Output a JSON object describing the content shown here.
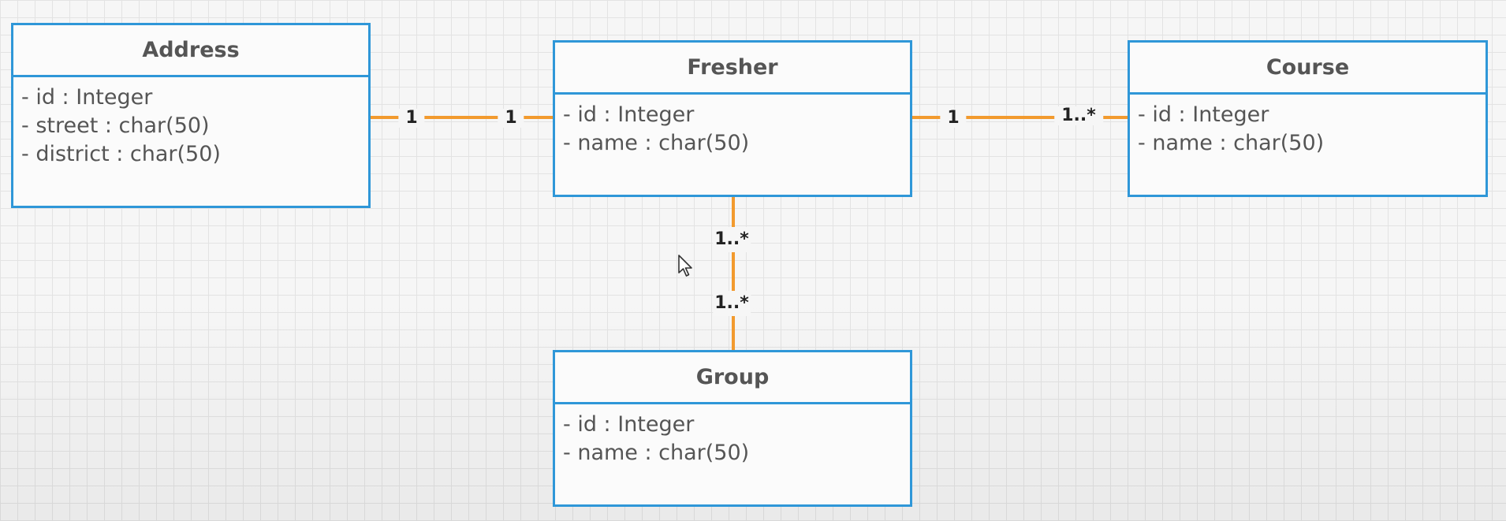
{
  "colors": {
    "class_border": "#2f97d8",
    "connector": "#f29a2e",
    "text": "#555555",
    "multiplicity_text": "#222222"
  },
  "classes": [
    {
      "name": "Address",
      "attributes": [
        "- id : Integer",
        "- street : char(50)",
        "- district : char(50)"
      ]
    },
    {
      "name": "Fresher",
      "attributes": [
        "- id : Integer",
        "- name : char(50)"
      ]
    },
    {
      "name": "Course",
      "attributes": [
        "- id : Integer",
        "- name : char(50)"
      ]
    },
    {
      "name": "Group",
      "attributes": [
        "- id : Integer",
        "- name : char(50)"
      ]
    }
  ],
  "associations": [
    {
      "from": "Address",
      "to": "Fresher",
      "from_multiplicity": "1",
      "to_multiplicity": "1"
    },
    {
      "from": "Fresher",
      "to": "Course",
      "from_multiplicity": "1",
      "to_multiplicity": "1..*"
    },
    {
      "from": "Fresher",
      "to": "Group",
      "from_multiplicity": "1..*",
      "to_multiplicity": "1..*"
    }
  ],
  "cursor": {
    "icon": "mouse-pointer-icon"
  }
}
